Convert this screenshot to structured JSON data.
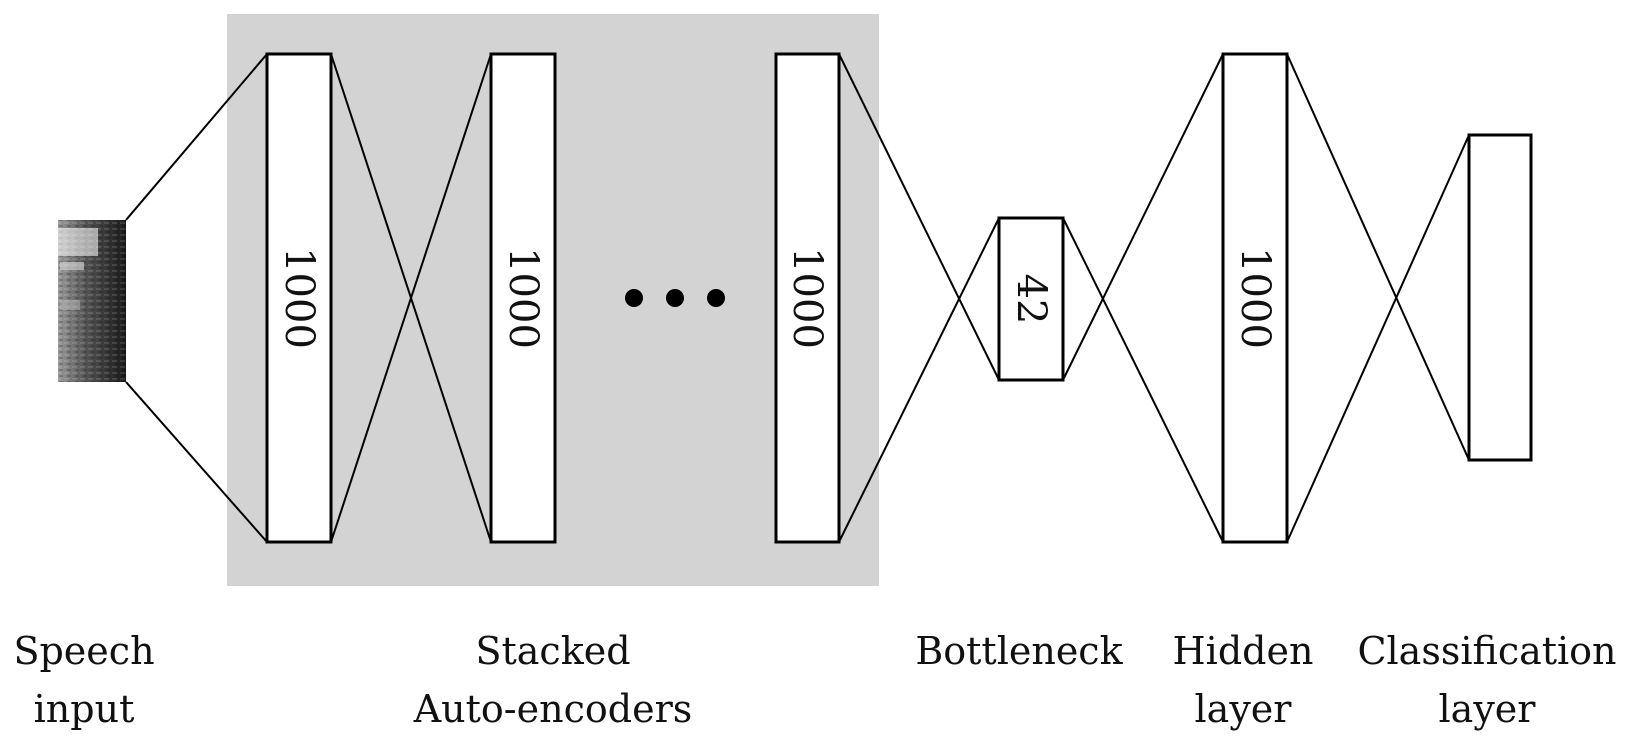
{
  "colors": {
    "stack_background": "#d3d3d3",
    "layer_fill": "#ffffff",
    "line": "#000000"
  },
  "layers": {
    "ae1_units": "1000",
    "ae2_units": "1000",
    "ae3_units": "1000",
    "bottleneck_units": "42",
    "hidden_units": "1000",
    "classification_units": ""
  },
  "ellipsis_icon": "three-dots",
  "captions": {
    "speech": [
      "Speech",
      "input"
    ],
    "stacked": [
      "Stacked",
      "Auto-encoders"
    ],
    "bottleneck": [
      "Bottleneck"
    ],
    "hidden": [
      "Hidden",
      "layer"
    ],
    "classification": [
      "Classification",
      "layer"
    ]
  }
}
